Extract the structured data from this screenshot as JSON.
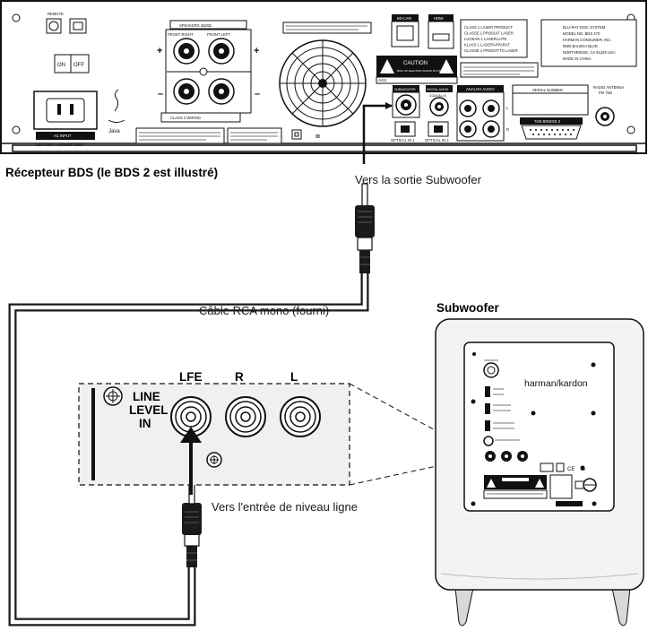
{
  "labels": {
    "receiver_caption": "Récepteur BDS (le BDS 2 est illustré)",
    "subwoofer_out": "Vers la sortie Subwoofer",
    "cable": "Câble RCA mono (fourni)",
    "subwoofer_title": "Subwoofer",
    "line_input": "Vers l'entrée de niveau ligne"
  },
  "inset": {
    "line_level": [
      "LINE",
      "LEVEL",
      "IN"
    ],
    "jacks": [
      "LFE",
      "R",
      "L"
    ]
  },
  "receiver_panel": {
    "remote": "REMOTE",
    "on": "ON",
    "off": "OFF",
    "speakers": "SPEAKERS 4Ω/8Ω",
    "front_right": "FRONT RIGHT",
    "front_left": "FRONT LEFT",
    "class2": "CLASS 2 WIRING",
    "ac_input": "AC INPUT",
    "ac_rating": "110V-120V ~ 50/60Hz 100W",
    "java": "Java",
    "bd_live": "BD-LIVE",
    "hdmi": "HDMI",
    "caution": "CAUTION",
    "caution_sub": "RISK OF ELECTRIC SHOCK DO NOT OPEN",
    "avis": "AVIS",
    "subwoofer_jack": "SUBWOOFER",
    "digital_audio": "DIGITAL AUDIO",
    "coaxial_in": "COAXIAL IN",
    "analog_audio": "ANALOG AUDIO",
    "in1": "IN 1",
    "in2": "IN 2",
    "optical_in1": "OPTICAL IN 1",
    "optical_in2": "OPTICAL IN 2",
    "serial_number": "SERIAL NUMBER",
    "the_bridge": "THE BRIDGE II",
    "radio_antenna": "RADIO ANTENNA",
    "fm_75": "FM 75Ω",
    "model_lines": [
      "BLU-RAY DISC SYSTEM",
      "MODEL NO. BDS 470",
      "HARMAN CONSUMER, INC.",
      "8500 BALBOA BLVD.",
      "NORTHRIDGE, CA 91329 USA",
      "MADE IN CHINA"
    ],
    "laser_lines": [
      "CLASS 1 LASER PRODUCT",
      "CLASSE 1 PRODUIT LASER",
      "LUOKAN 1 LASERLAITE",
      "KLASS 1 LASERAPPARAT",
      "CLASSE 1 PRODOTTO LASER"
    ]
  },
  "subwoofer_panel": {
    "brand": "harman/kardon"
  },
  "colors": {
    "panel": "#ffffff",
    "outline": "#111111",
    "cable": "#1a1a1a",
    "cabinet": "#f3f3f3",
    "inset_fill": "#f0f0f0"
  }
}
